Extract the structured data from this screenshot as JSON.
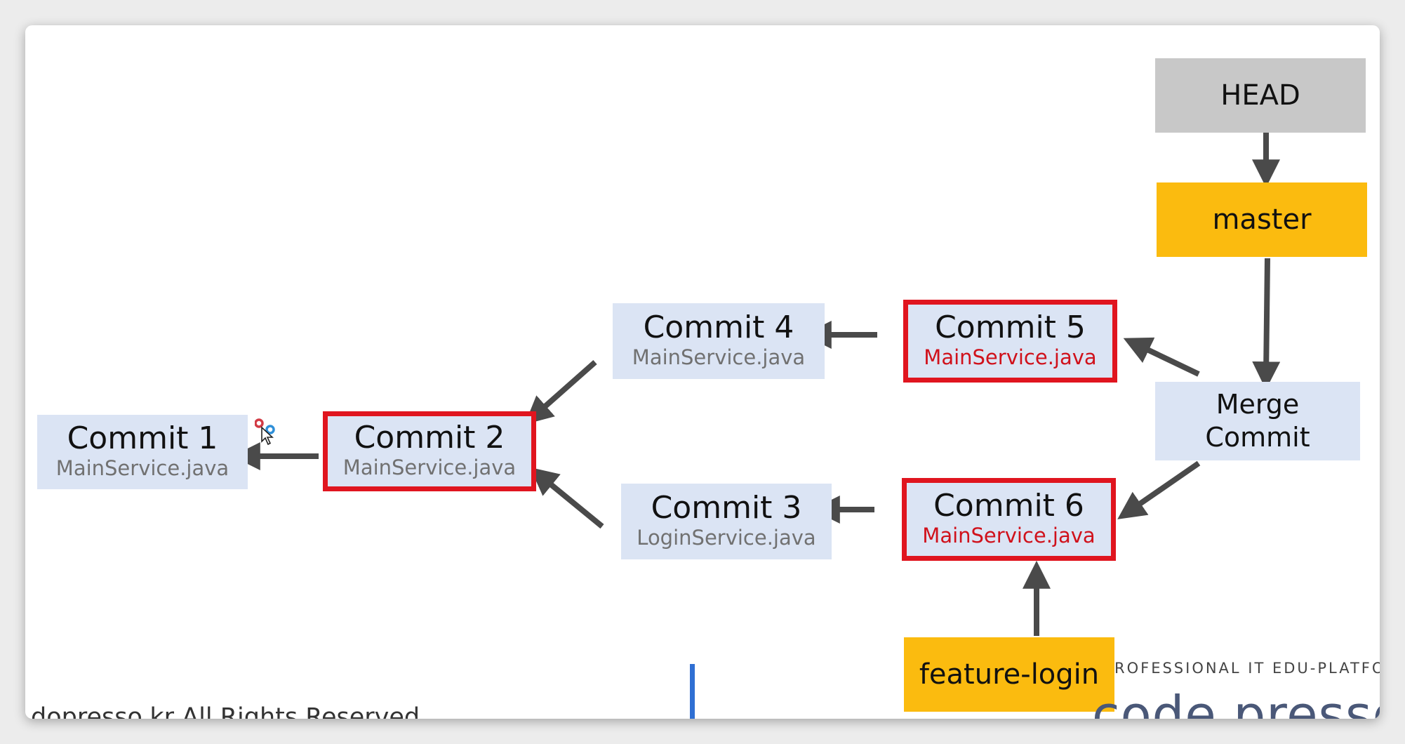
{
  "commits": {
    "c1": {
      "title": "Commit 1",
      "file": "MainService.java"
    },
    "c2": {
      "title": "Commit 2",
      "file": "MainService.java"
    },
    "c3": {
      "title": "Commit 3",
      "file": "LoginService.java"
    },
    "c4": {
      "title": "Commit 4",
      "file": "MainService.java"
    },
    "c5": {
      "title": "Commit 5",
      "file": "MainService.java"
    },
    "c6": {
      "title": "Commit 6",
      "file": "MainService.java"
    },
    "merge": {
      "line1": "Merge",
      "line2": "Commit"
    }
  },
  "refs": {
    "head": "HEAD",
    "master": "master",
    "feature": "feature-login"
  },
  "watermark": {
    "left": "dopresso.kr All Rights Reserved",
    "right": "ROFESSIONAL IT EDU-PLATFOR",
    "logo": "code presso"
  },
  "colors": {
    "commit_fill": "#dbe4f4",
    "highlight_border": "#e0151f",
    "highlight_text": "#d0111b",
    "branch_fill": "#fbbb0f",
    "head_fill": "#c8c8c8",
    "arrow": "#4a4a4a"
  }
}
